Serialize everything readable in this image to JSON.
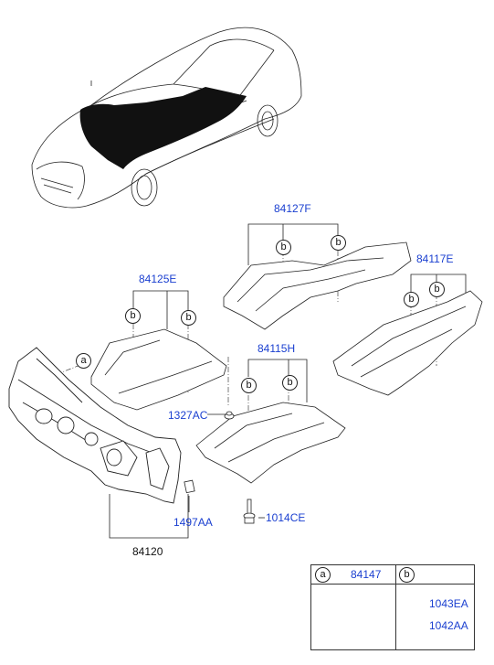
{
  "labels": {
    "p84127F": "84127F",
    "p84125E": "84125E",
    "p84117E": "84117E",
    "p84115H": "84115H",
    "p1327AC": "1327AC",
    "p1497AA": "1497AA",
    "p84120": "84120",
    "p1014CE": "1014CE"
  },
  "callouts": {
    "a": "a",
    "b": "b"
  },
  "legend": {
    "col_a_letter": "a",
    "col_a_part": "84147",
    "col_b_letter": "b",
    "col_b_part1": "1043EA",
    "col_b_part2": "1042AA"
  },
  "colors": {
    "part_number": "#1a3fd0",
    "line": "#222222"
  }
}
